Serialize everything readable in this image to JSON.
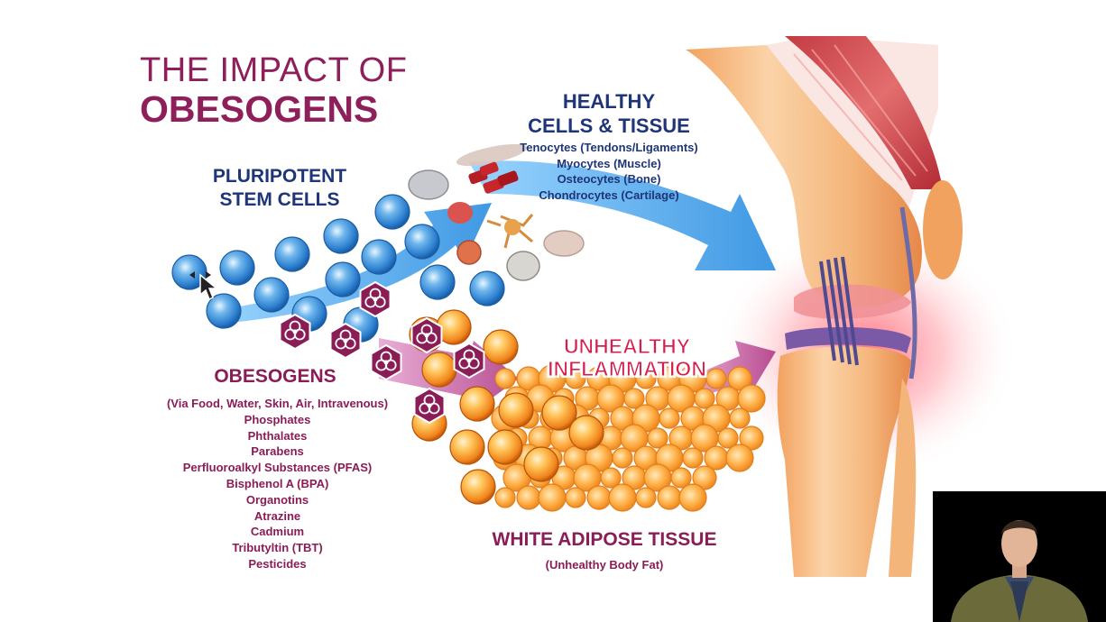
{
  "title": {
    "line1": "THE IMPACT OF",
    "line2": "OBESOGENS"
  },
  "stem_cells": {
    "label": "PLURIPOTENT\nSTEM CELLS"
  },
  "healthy": {
    "heading": "HEALTHY\nCELLS & TISSUE",
    "items": [
      "Tenocytes (Tendons/Ligaments)",
      "Myocytes (Muscle)",
      "Osteocytes (Bone)",
      "Chondrocytes (Cartilage)"
    ]
  },
  "obesogens": {
    "heading": "OBESOGENS",
    "items": [
      "(Via Food, Water, Skin, Air, Intravenous)",
      "Phosphates",
      "Phthalates",
      "Parabens",
      "Perfluoroalkyl Substances (PFAS)",
      "Bisphenol A (BPA)",
      "Organotins",
      "Atrazine",
      "Cadmium",
      "Tributyltin (TBT)",
      "Pesticides"
    ]
  },
  "inflammation": {
    "label": "UNHEALTHY\nINFLAMMATION"
  },
  "adipose": {
    "heading": "WHITE ADIPOSE TISSUE",
    "sub": "(Unhealthy Body Fat)"
  },
  "colors": {
    "plum": "#8a1c56",
    "navy": "#1e3577",
    "inflammation": "#d61e4d",
    "stem_blue": "#3b8fd6",
    "fat_orange": "#f39a2b"
  },
  "icons": [
    "biohazard-icon",
    "move-cursor-icon"
  ]
}
